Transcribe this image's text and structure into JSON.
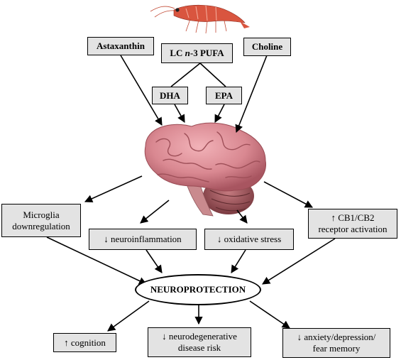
{
  "inputs": {
    "astaxanthin": "Astaxanthin",
    "pufa_prefix": "LC ",
    "pufa_italic": "n",
    "pufa_suffix": "-3 PUFA",
    "choline": "Choline",
    "dha": "DHA",
    "epa": "EPA"
  },
  "mechanisms": {
    "microglia": "Microglia\ndownregulation",
    "neuroinflammation": "↓ neuroinflammation",
    "oxidative_stress": "↓ oxidative stress",
    "cb_receptor": "↑ CB1/CB2\nreceptor activation"
  },
  "center": {
    "label": "NEUROPROTECTION"
  },
  "outcomes": {
    "cognition": "↑ cognition",
    "neurodegenerative": "↓ neurodegenerative\ndisease risk",
    "anxiety": "↓ anxiety/depression/\nfear memory"
  },
  "colors": {
    "box_fill": "#e3e3e3",
    "brain_pink": "#d98891",
    "krill_red": "#d9553f"
  }
}
